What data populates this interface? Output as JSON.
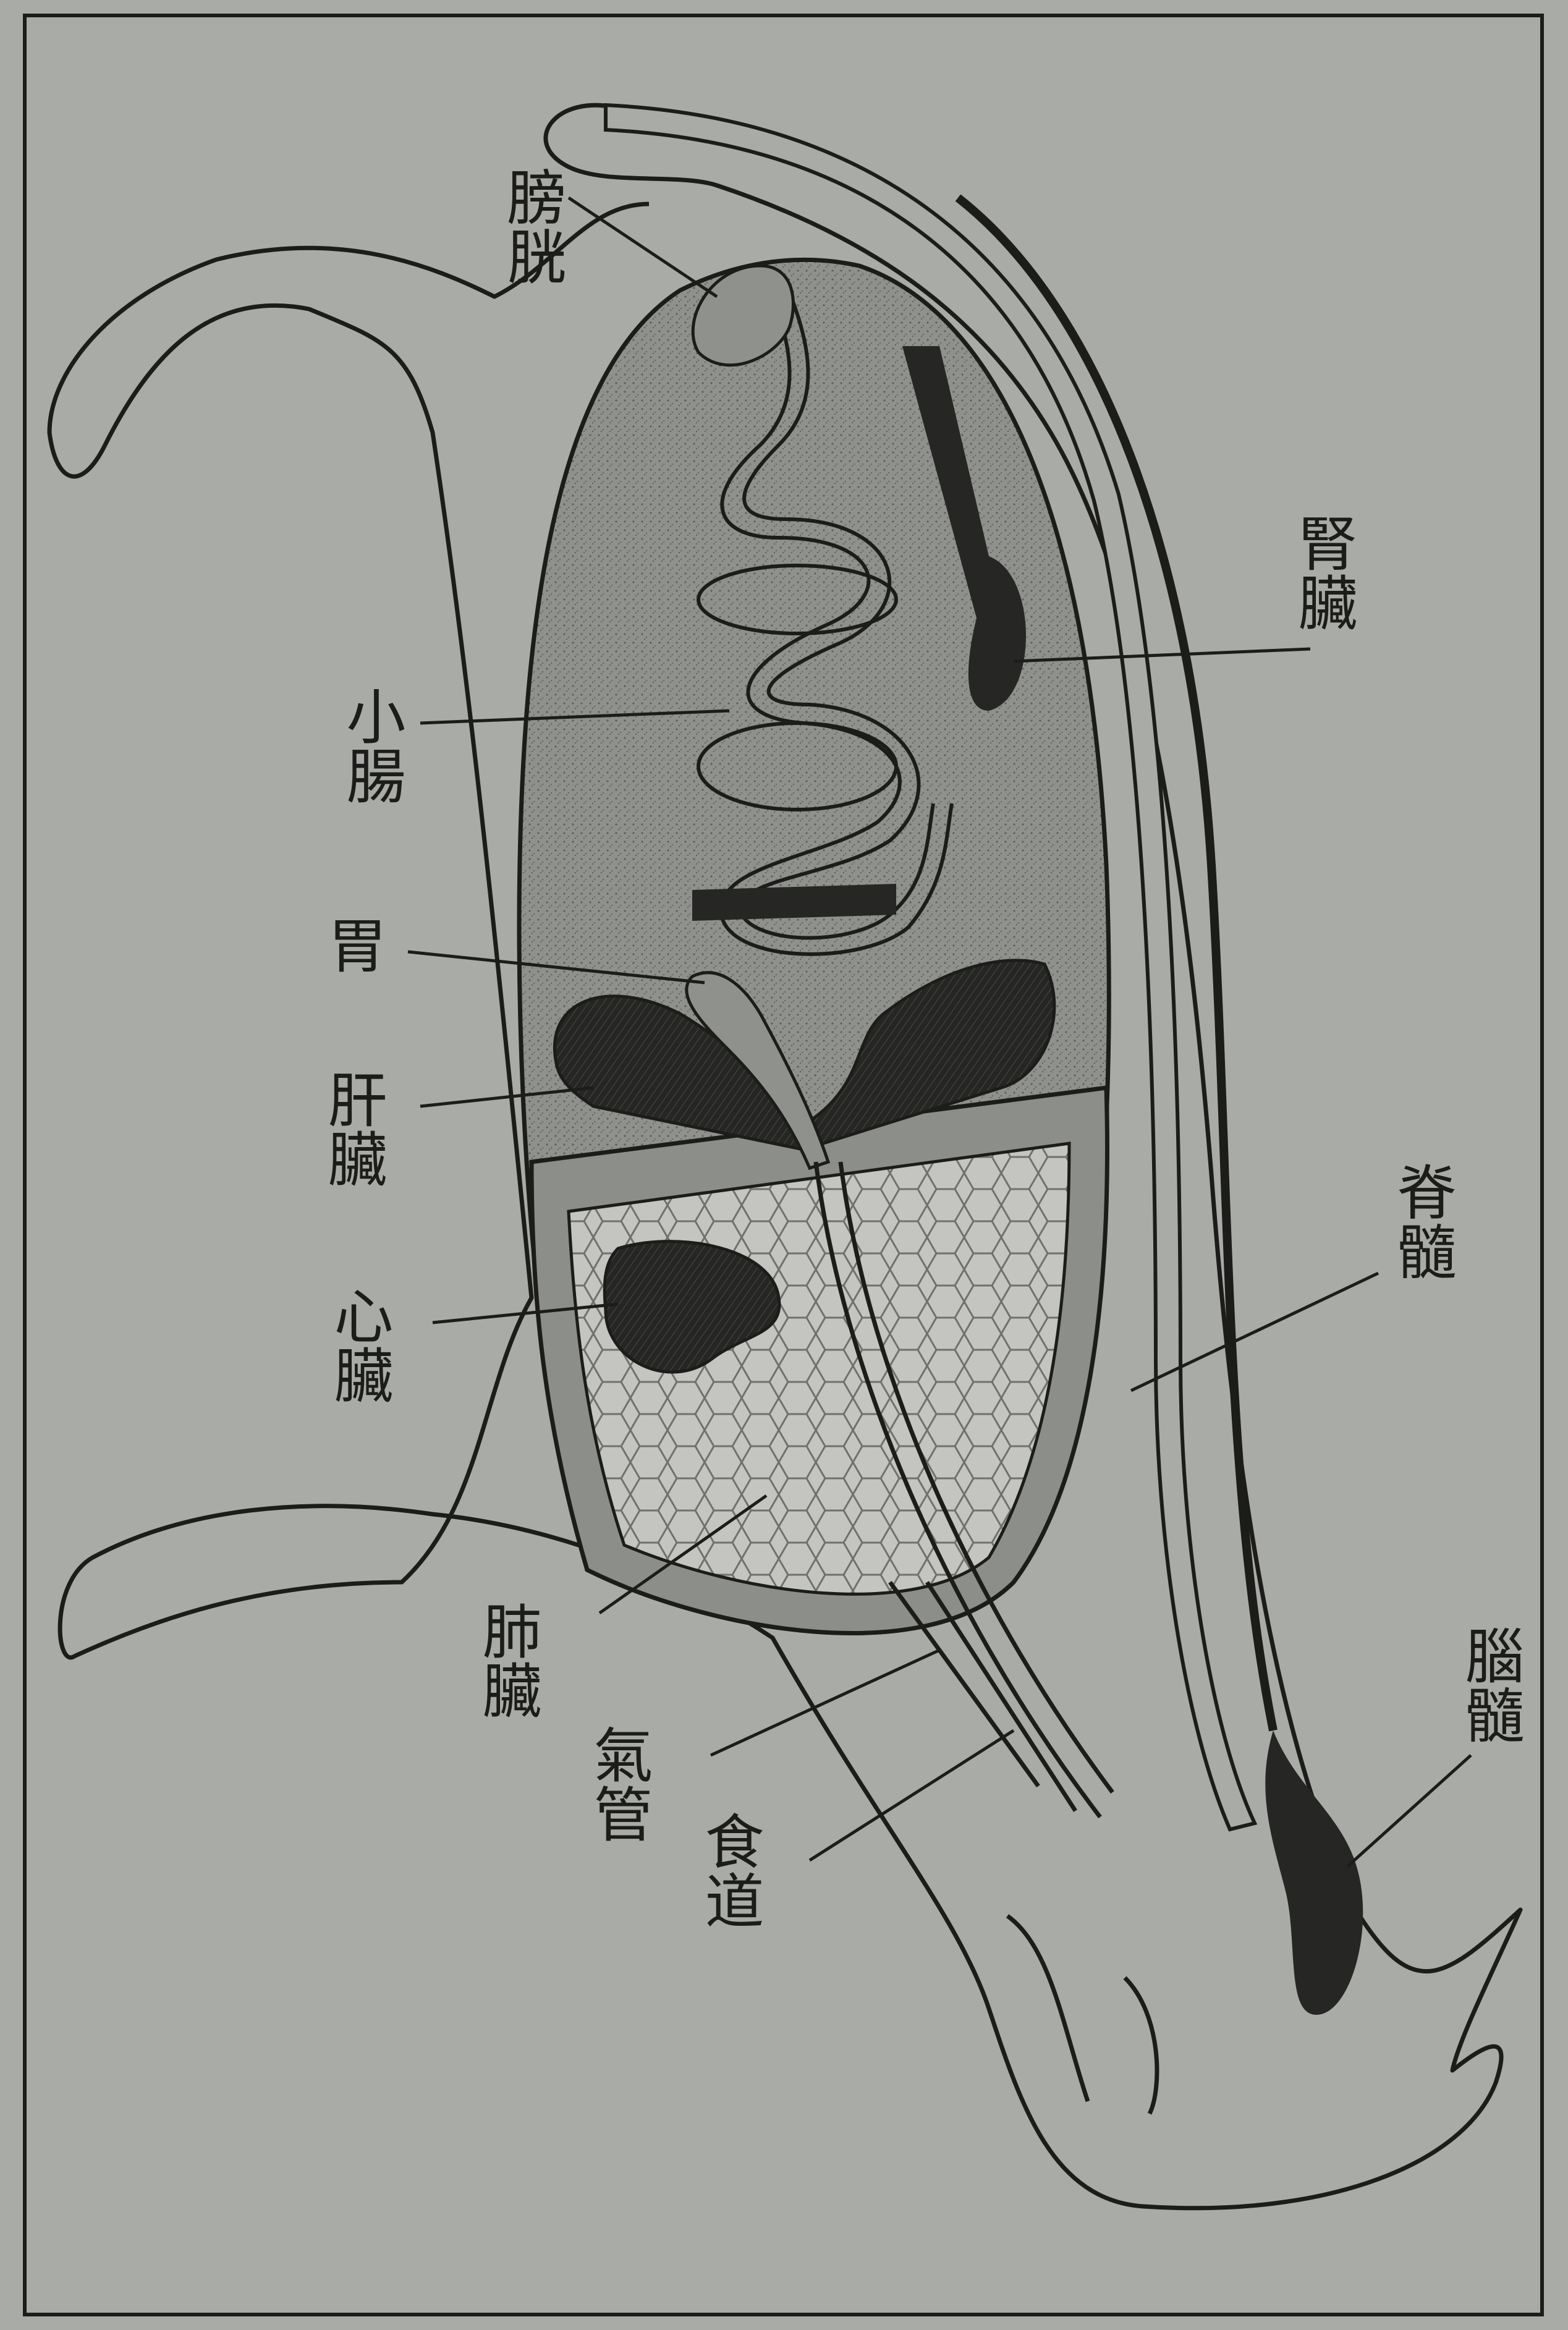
{
  "colors": {
    "paper": "#a9aba6",
    "ink": "#1c1c1a",
    "cavity": "#8f918c",
    "organ_dark": "#262624",
    "lung": "#c4c5c0"
  },
  "labels": {
    "bladder": "膀胱",
    "kidney": "腎臟",
    "small_intestine": "小腸",
    "stomach": "胃",
    "liver": "肝臟",
    "heart": "心臟",
    "lung": "肺臟",
    "trachea": "氣管",
    "esophagus": "食道",
    "spine": "脊髓",
    "brain": "腦髓"
  }
}
